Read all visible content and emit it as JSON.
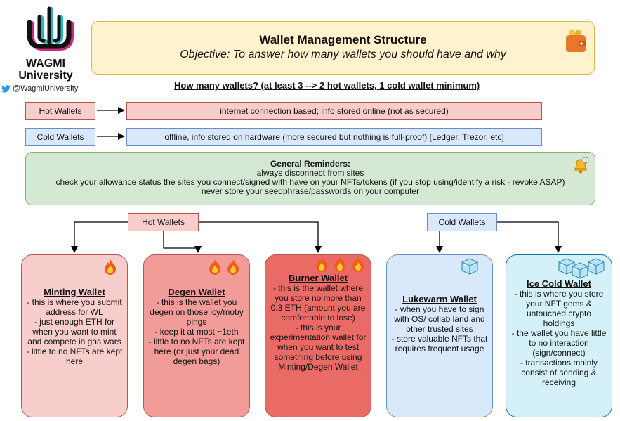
{
  "brand": {
    "name_line1": "WAGMI",
    "name_line2": "University",
    "handle": "@WagmiUniversity"
  },
  "header": {
    "title": "Wallet Management Structure",
    "subtitle": "Objective: To answer how many wallets you should have and why"
  },
  "question": "How many wallets? (at least 3 --> 2 hot wallets, 1 cold wallet minimum)",
  "rows": {
    "hot": {
      "label": "Hot Wallets",
      "desc": "internet connection based; info stored online (not as secured)"
    },
    "cold": {
      "label": "Cold Wallets",
      "desc": "offline, info stored on hardware (more secured but nothing is full-proof) [Ledger, Trezor, etc]"
    }
  },
  "reminders": {
    "title": "General Reminders:",
    "lines": [
      "always disconnect from sites",
      "check your allowance status the sites you connect/signed with have on your NFTs/tokens (if you stop using/identify a risk - revoke ASAP)",
      "never store your seedphrase/passwords on your computer"
    ]
  },
  "branches": {
    "hot": "Hot Wallets",
    "cold": "Cold Wallets"
  },
  "cards": [
    {
      "title": "Minting Wallet",
      "fire_count": 1,
      "lines": [
        "- this is where you submit address for WL",
        "- just enough ETH for when you want to mint and compete in gas wars",
        "- little to no NFTs are kept here"
      ]
    },
    {
      "title": "Degen Wallet",
      "fire_count": 2,
      "lines": [
        "- this is the wallet you degen on those icy/moby pings",
        "- keep it at most ~1eth",
        "- little to no NFTs are kept here (or just your dead degen bags)"
      ]
    },
    {
      "title": "Burner Wallet",
      "fire_count": 3,
      "lines": [
        "- this is the wallet where you store no more than 0.3 ETH (amount you are comfortable to lose)",
        "- this is your experimentation wallet for when you want to test something before using Minting/Degen Wallet"
      ]
    },
    {
      "title": "Lukewarm Wallet",
      "ice_count": 1,
      "lines": [
        "- when you have to sign with OS/ collab land and other trusted sites",
        "- store valuable NFTs that requires frequent usage"
      ]
    },
    {
      "title": "Ice Cold Wallet",
      "ice_count": 3,
      "lines": [
        "- this is where you store your NFT gems & untouched crypto holdings",
        "- the wallet you have little to no interaction (sign/connect)",
        "- transactions mainly consist of sending & receiving"
      ]
    }
  ],
  "icons": [
    "wagmi-logo",
    "twitter-bird-icon",
    "wallet-icon",
    "bell-icon",
    "fire-icon",
    "ice-cube-icon"
  ],
  "colors": {
    "hot_fill": "#f8cecc",
    "hot_border": "#b85450",
    "cold_fill": "#dae8fc",
    "cold_border": "#6c8ebf",
    "reminder_fill": "#d5e8d4",
    "header_fill": "#fff2cc"
  }
}
